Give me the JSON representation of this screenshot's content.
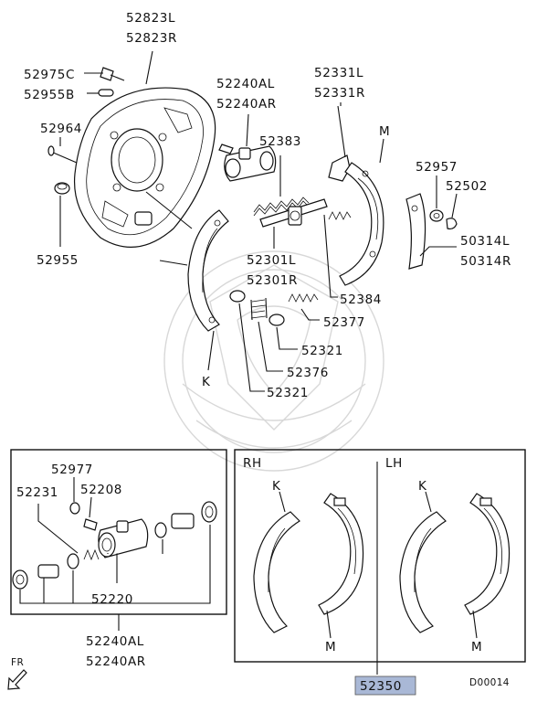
{
  "labels": {
    "l52823L": "52823L",
    "l52823R": "52823R",
    "l52975C": "52975C",
    "l52955B": "52955B",
    "l52964": "52964",
    "l52955": "52955",
    "l52240AL_top": "52240AL",
    "l52240AR_top": "52240AR",
    "l52383": "52383",
    "l52331L": "52331L",
    "l52331R": "52331R",
    "lM_top": "M",
    "l52957": "52957",
    "l52502": "52502",
    "l50314L": "50314L",
    "l50314R": "50314R",
    "l52301L": "52301L",
    "l52301R": "52301R",
    "l52384": "52384",
    "l52377": "52377",
    "l52321a": "52321",
    "l52376": "52376",
    "l52321b": "52321",
    "lK_top": "K",
    "l52977": "52977",
    "l52231": "52231",
    "l52208": "52208",
    "l52220": "52220",
    "l52240AL_bot": "52240AL",
    "l52240AR_bot": "52240AR",
    "lRH": "RH",
    "lLH": "LH",
    "lK_rh": "K",
    "lM_rh": "M",
    "lK_lh": "K",
    "lM_lh": "M",
    "l52350": "52350",
    "lFR": "FR",
    "lD00014": "D00014"
  },
  "colors": {
    "highlight_box": "#a9b8d6",
    "line": "#111111",
    "watermark": "#d8d8d8"
  }
}
